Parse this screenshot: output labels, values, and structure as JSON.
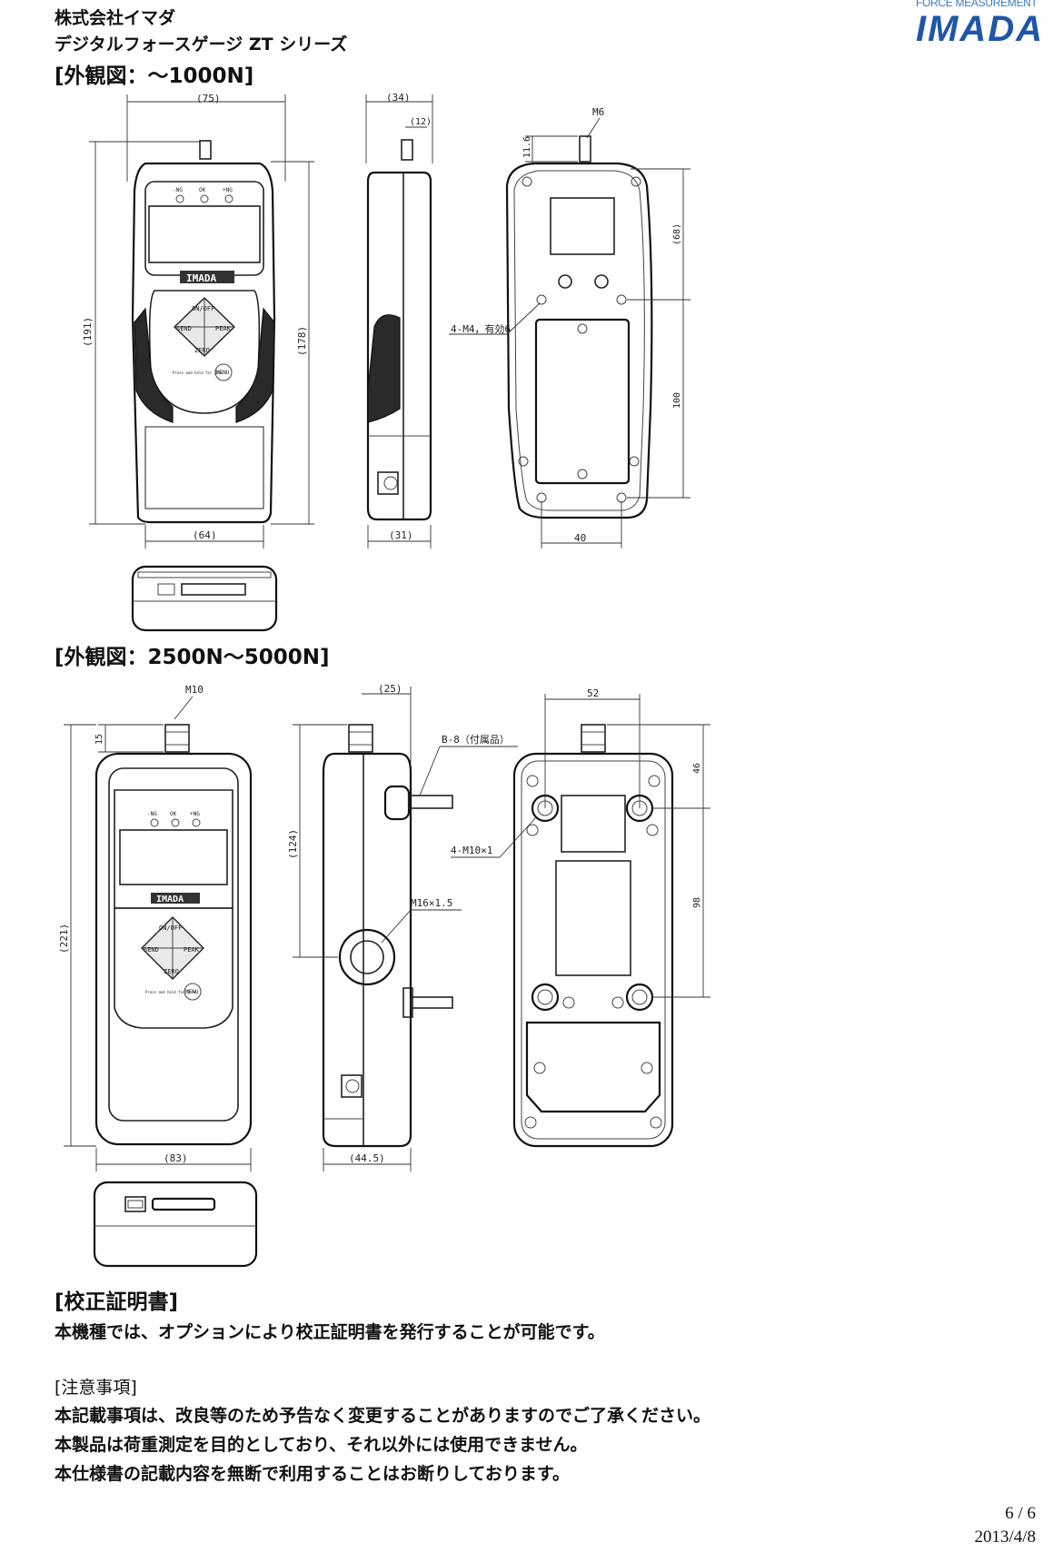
{
  "header": {
    "company": "株式会社イマダ",
    "product": "デジタルフォースゲージ ZT シリーズ",
    "logo_tagline": "FORCE MEASUREMENT",
    "logo_name": "IMADA"
  },
  "section1": {
    "title": "[外観図：～1000N]",
    "dims": {
      "width_top": "(75)",
      "depth_top": "(34)",
      "shaft": "(12)",
      "height": "(191)",
      "side_height": "(178)",
      "width_bottom": "(64)",
      "depth_bottom": "(31)",
      "thread": "M6",
      "shaft_len": "11.6",
      "hole_top": "(68)",
      "hole_span": "100",
      "hole_width": "40",
      "holes": "4-M4，有効6"
    },
    "device": {
      "leds": [
        "-NG",
        "OK",
        "+NG"
      ],
      "buttons": [
        "ON/OFF",
        "SEND",
        "PEAK",
        "ZERO"
      ],
      "menu": "MENU",
      "menu_note": "Press and hold for Zero",
      "brand": "IMADA"
    }
  },
  "section2": {
    "title": "[外観図：2500N～5000N]",
    "dims": {
      "thread": "M10",
      "shaft_len": "15",
      "height": "(221)",
      "width": "(83)",
      "depth_top": "(25)",
      "attachment": "B-8（付属品）",
      "side_mid": "(124)",
      "center_thread": "M16×1.5",
      "depth": "(44.5)",
      "hole_width": "52",
      "hole_top": "46",
      "hole_span": "98",
      "holes": "4-M10×1"
    },
    "device": {
      "leds": [
        "-NG",
        "OK",
        "+NG"
      ],
      "buttons": [
        "ON/OFF",
        "SEND",
        "PEAK",
        "ZERO"
      ],
      "menu": "MENU",
      "menu_note": "Press and hold for Zero",
      "brand": "IMADA"
    }
  },
  "calibration": {
    "title": "[校正証明書]",
    "text": "本機種では、オプションにより校正証明書を発行することが可能です。"
  },
  "notes": {
    "title": "[注意事項]",
    "lines": [
      "本記載事項は、改良等のため予告なく変更することがありますのでご了承ください。",
      "本製品は荷重測定を目的としており、それ以外には使用できません。",
      "本仕様書の記載内容を無断で利用することはお断りしております。"
    ]
  },
  "footer": {
    "page": "6 / 6",
    "date": "2013/4/8"
  }
}
